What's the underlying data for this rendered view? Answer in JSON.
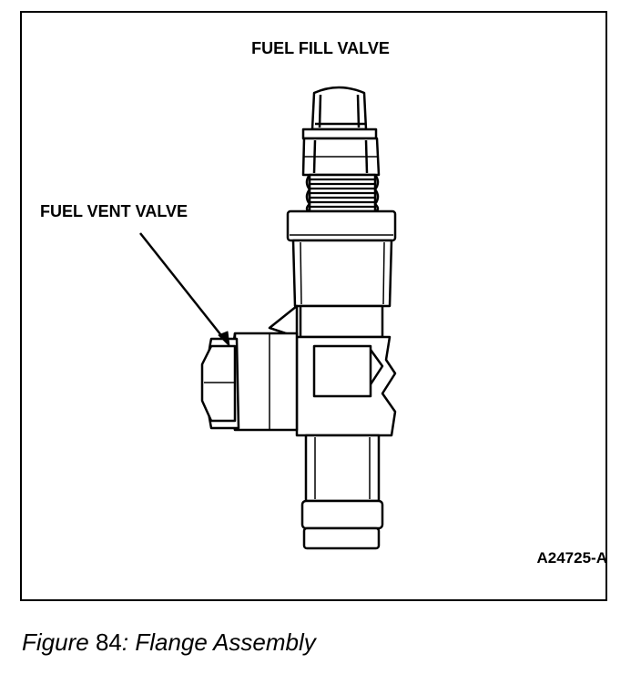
{
  "labels": {
    "fill_valve": "FUEL FILL VALVE",
    "vent_valve": "FUEL VENT VALVE",
    "part_code": "A24725-A"
  },
  "caption": {
    "prefix": "Figure",
    "number": "84",
    "separator": ":",
    "title": "Flange Assembly"
  }
}
